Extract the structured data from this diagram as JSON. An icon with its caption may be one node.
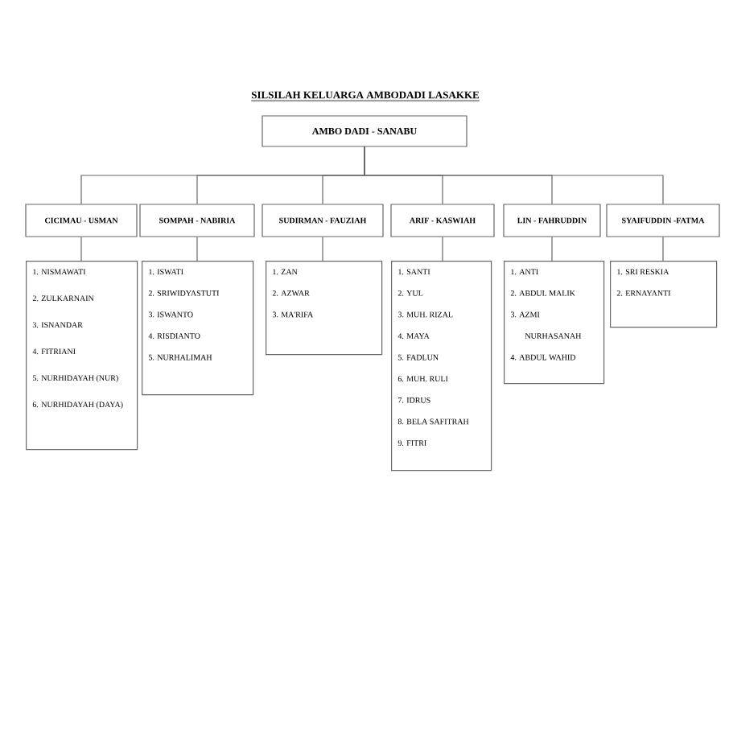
{
  "diagram": {
    "title": "SILSILAH KELUARGA AMBODADI LASAKKE",
    "nodes": [
      {
        "text": [
          "AMBO DADI - SANABU"
        ]
      },
      {
        "text": [
          "CICIMAU - USMAN"
        ]
      },
      {
        "text": [
          "SOMPAH - NABIRIA"
        ]
      },
      {
        "text": [
          "SUDIRMAN - FAUZIAH"
        ]
      },
      {
        "text": [
          "ARIF - KASWIAH"
        ]
      },
      {
        "text": [
          "LIN - FAHRUDDIN"
        ]
      },
      {
        "text": [
          "SYAIFUDDIN -FATMA"
        ]
      },
      {
        "text": [
          "1. NISMAWATI",
          "2. ZULKARNAIN",
          "3. ISNANDAR",
          "4. FITRIANI",
          "5. NURHIDAYAH (NUR)",
          "6. NURHIDAYAH (DAYA)"
        ]
      },
      {
        "text": [
          "1. ISWATI",
          "2. SRIWIDYASTUTI",
          "3. ISWANTO",
          "4. RISDIANTO",
          "5. NURHALIMAH"
        ]
      },
      {
        "text": [
          "1. ZAN",
          "2. AZWAR",
          "3. MA'RIFA"
        ]
      },
      {
        "text": [
          "1. SANTI",
          "2. YUL",
          "3. MUH. RIZAL",
          "4. MAYA",
          "5. FADLUN",
          "6. MUH. RULI",
          "7. IDRUS",
          "8. BELA SAFITRAH",
          "9. FITRI"
        ]
      },
      {
        "text": [
          "1. ANTI",
          "2. ABDUL MALIK",
          "3. AZMI NURHASANAH",
          "4. ABDUL WAHID"
        ]
      },
      {
        "text": [
          "1. SRI RESKIA",
          "2. ERNAYANTI"
        ]
      }
    ],
    "edges": [
      {
        "from": 0,
        "to": 1,
        "arrow": "none"
      },
      {
        "from": 0,
        "to": 2,
        "arrow": "none"
      },
      {
        "from": 0,
        "to": 3,
        "arrow": "none"
      },
      {
        "from": 0,
        "to": 4,
        "arrow": "none"
      },
      {
        "from": 0,
        "to": 5,
        "arrow": "none"
      },
      {
        "from": 0,
        "to": 6,
        "arrow": "none"
      },
      {
        "from": 1,
        "to": 7,
        "arrow": "none"
      },
      {
        "from": 2,
        "to": 8,
        "arrow": "none"
      },
      {
        "from": 3,
        "to": 9,
        "arrow": "none"
      },
      {
        "from": 4,
        "to": 10,
        "arrow": "none"
      },
      {
        "from": 5,
        "to": 11,
        "arrow": "none"
      },
      {
        "from": 6,
        "to": 12,
        "arrow": "none"
      }
    ]
  }
}
